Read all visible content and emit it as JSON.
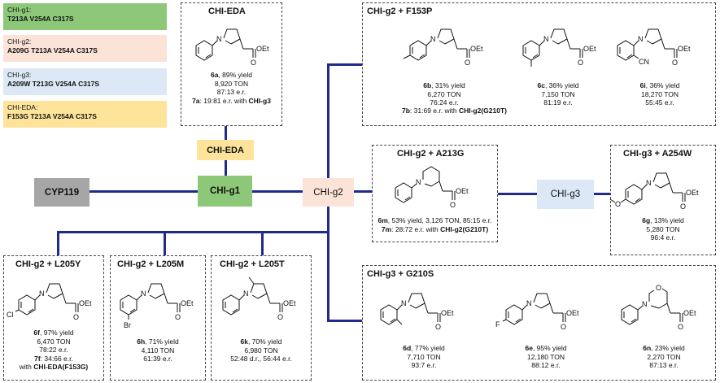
{
  "colors": {
    "g1": "#8cc878",
    "g2": "#fbe3d7",
    "g3": "#dce8f5",
    "eda": "#fde49a",
    "cyp": "#a6a6a6",
    "line": "#1f2a8c"
  },
  "legend": [
    {
      "title": "CHI-g1:",
      "subtitle": "T213A  V254A  C317S"
    },
    {
      "title": "CHI-g2:",
      "subtitle": "A209G  T213A  V254A  C317S"
    },
    {
      "title": "CHI-g3:",
      "subtitle": "A209W  T213G  V254A  C317S"
    },
    {
      "title": "CHI-EDA:",
      "subtitle": "F153G  T213A  V254A  C317S"
    }
  ],
  "nodes": {
    "cyp119": "CYP119",
    "g1": "CHI-g1",
    "eda": "CHI-EDA",
    "g2": "CHI-g2",
    "g3": "CHI-g3"
  },
  "boxes": {
    "eda": {
      "title": "CHI-EDA",
      "cap": {
        "l1a": "6a",
        "l1b": ", 89% yield",
        "l2": "8,920 TON",
        "l3": "87:13 e.r.",
        "l4a": "7a",
        "l4b": ": 19:81 e.r. with ",
        "l4c": "CHI-g3"
      }
    },
    "f153p": {
      "title": "CHI-g2 + F153P",
      "b": {
        "id": "6b",
        "yield": ", 31% yield",
        "ton": "6,270 TON",
        "er": "76:24 e.r."
      },
      "c": {
        "id": "6c",
        "yield": ", 36% yield",
        "ton": "7,150 TON",
        "er": "81:19 e.r."
      },
      "i": {
        "id": "6i",
        "yield": ", 36% yield",
        "ton": "18,270 TON",
        "er": "55:45 e.r."
      },
      "note": {
        "a": "7b",
        "b": ": 31:69 e.r. with ",
        "c": "CHI-g2(G210T)"
      }
    },
    "a213g": {
      "title": "CHI-g2 + A213G",
      "l1a": "6m",
      "l1b": ", 53% yield, 3,126 TON, 85:15 e.r.",
      "l2a": "7m",
      "l2b": ": 28:72 e.r. with ",
      "l2c": "CHI-g2(G210T)"
    },
    "a254w": {
      "title": "CHI-g3 + A254W",
      "l1a": "6g",
      "l1b": ", 13% yield",
      "l2": "5,280 TON",
      "l3": "96:4 e.r."
    },
    "l205y": {
      "title": "CHI-g2 + L205Y",
      "l1a": "6f",
      "l1b": ", 97% yield",
      "l2": "6,470 TON",
      "l3": "78:22 e.r.",
      "l4a": "7f",
      "l4b": ": 34:66 e.r.",
      "l5a": "with ",
      "l5b": "CHI-EDA(F153G)"
    },
    "l205m": {
      "title": "CHI-g2 + L205M",
      "l1a": "6h",
      "l1b": ", 71% yield",
      "l2": "4,110 TON",
      "l3": "61:39 e.r."
    },
    "l205t": {
      "title": "CHI-g2 + L205T",
      "l1a": "6k",
      "l1b": ", 70% yield",
      "l2": "6,980 TON",
      "l3": "52:48 d.r., 56:44 e.r."
    },
    "g210s": {
      "title": "CHI-g3 + G210S",
      "d": {
        "id": "6d",
        "yield": ", 77% yield",
        "ton": "7,710 TON",
        "er": "93:7 e.r."
      },
      "e": {
        "id": "6e",
        "yield": ", 95% yield",
        "ton": "12,180 TON",
        "er": "88:12 e.r."
      },
      "n": {
        "id": "6n",
        "yield": ", 23% yield",
        "ton": "2,270 TON",
        "er": "87:13 e.r."
      }
    }
  },
  "atoms": {
    "N": "N",
    "O": "O",
    "OEt": "OEt",
    "F": "F",
    "Cl": "Cl",
    "Br": "Br",
    "CN": "CN"
  }
}
